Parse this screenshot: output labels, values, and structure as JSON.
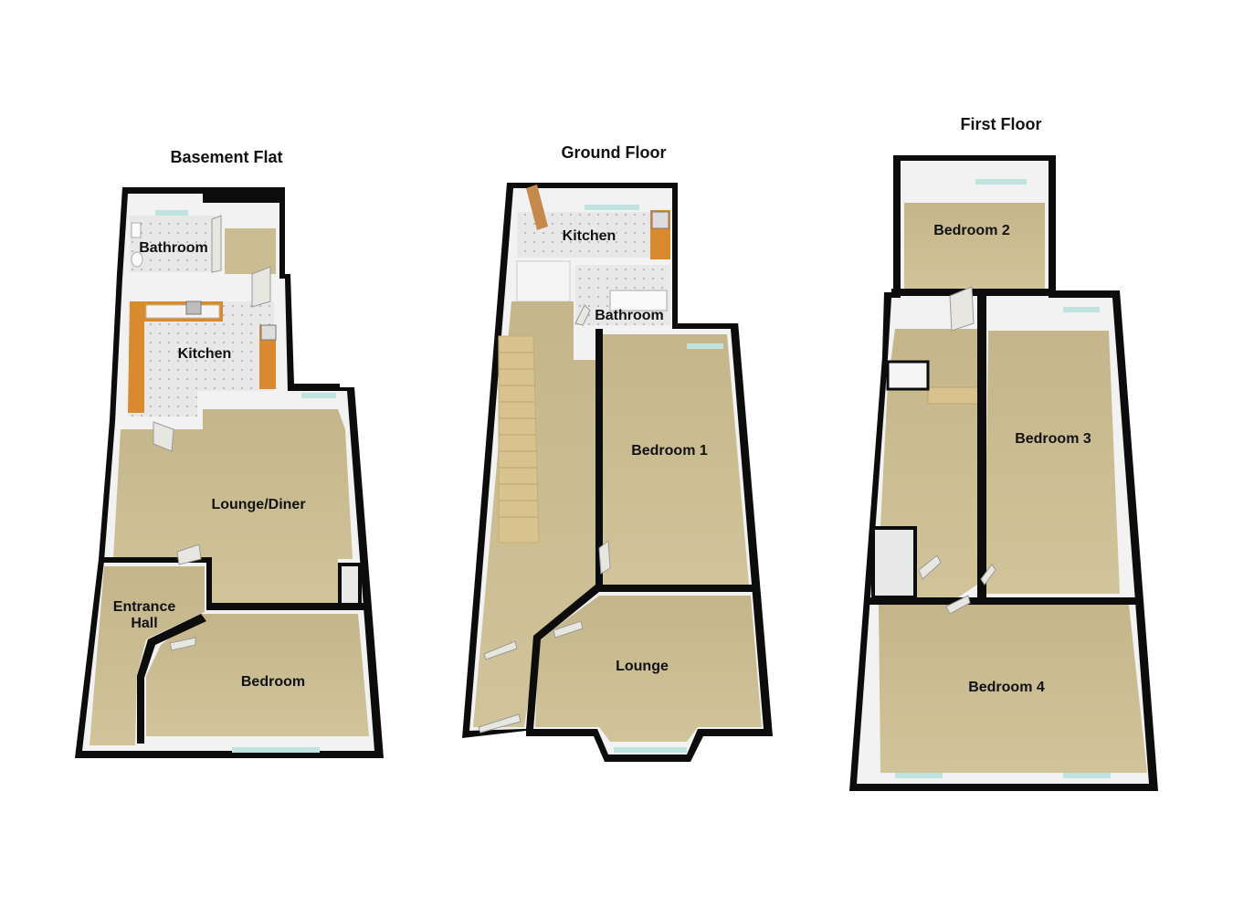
{
  "floors": {
    "basement": {
      "title": "Basement Flat",
      "rooms": {
        "bathroom": "Bathroom",
        "kitchen": "Kitchen",
        "lounge_diner": "Lounge/Diner",
        "entrance_hall_line1": "Entrance",
        "entrance_hall_line2": "Hall",
        "bedroom": "Bedroom"
      }
    },
    "ground": {
      "title": "Ground Floor",
      "rooms": {
        "kitchen": "Kitchen",
        "bathroom": "Bathroom",
        "bedroom_1": "Bedroom 1",
        "lounge": "Lounge"
      }
    },
    "first": {
      "title": "First Floor",
      "rooms": {
        "bedroom_2": "Bedroom 2",
        "bedroom_3": "Bedroom 3",
        "bedroom_4": "Bedroom 4"
      }
    }
  },
  "colors": {
    "wall": "#0c0c0c",
    "wall_inner": "#f2f2f2",
    "carpet": "#cbbd92",
    "carpet_dark": "#b9aa7e",
    "tile": "#e6e6e6",
    "worktop": "#d98a2e",
    "window": "#bfe3de",
    "door": "#e8e6e0",
    "stair": "#d8c28e"
  }
}
